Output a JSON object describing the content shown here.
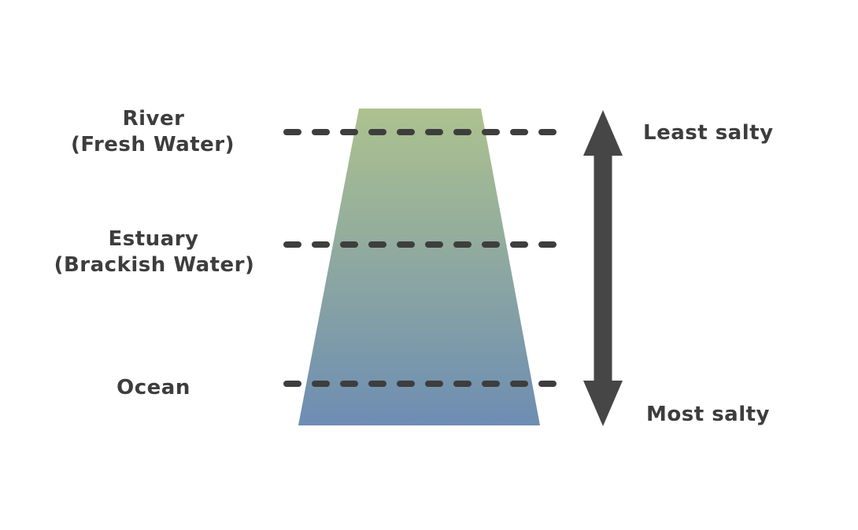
{
  "diagram": {
    "zones": [
      {
        "name": "River",
        "qualifier": "(Fresh Water)"
      },
      {
        "name": "Estuary",
        "qualifier": "(Brackish Water)"
      },
      {
        "name": "Ocean",
        "qualifier": ""
      }
    ],
    "scale": {
      "top": "Least salty",
      "bottom": "Most salty"
    },
    "colors": {
      "ink": "#3d3d3d",
      "dash": "#3e3e3e",
      "arrow": "#464646",
      "trapezoid_top": "#adc28e",
      "trapezoid_bottom": "#6d8db3",
      "background": "#ffffff"
    }
  }
}
